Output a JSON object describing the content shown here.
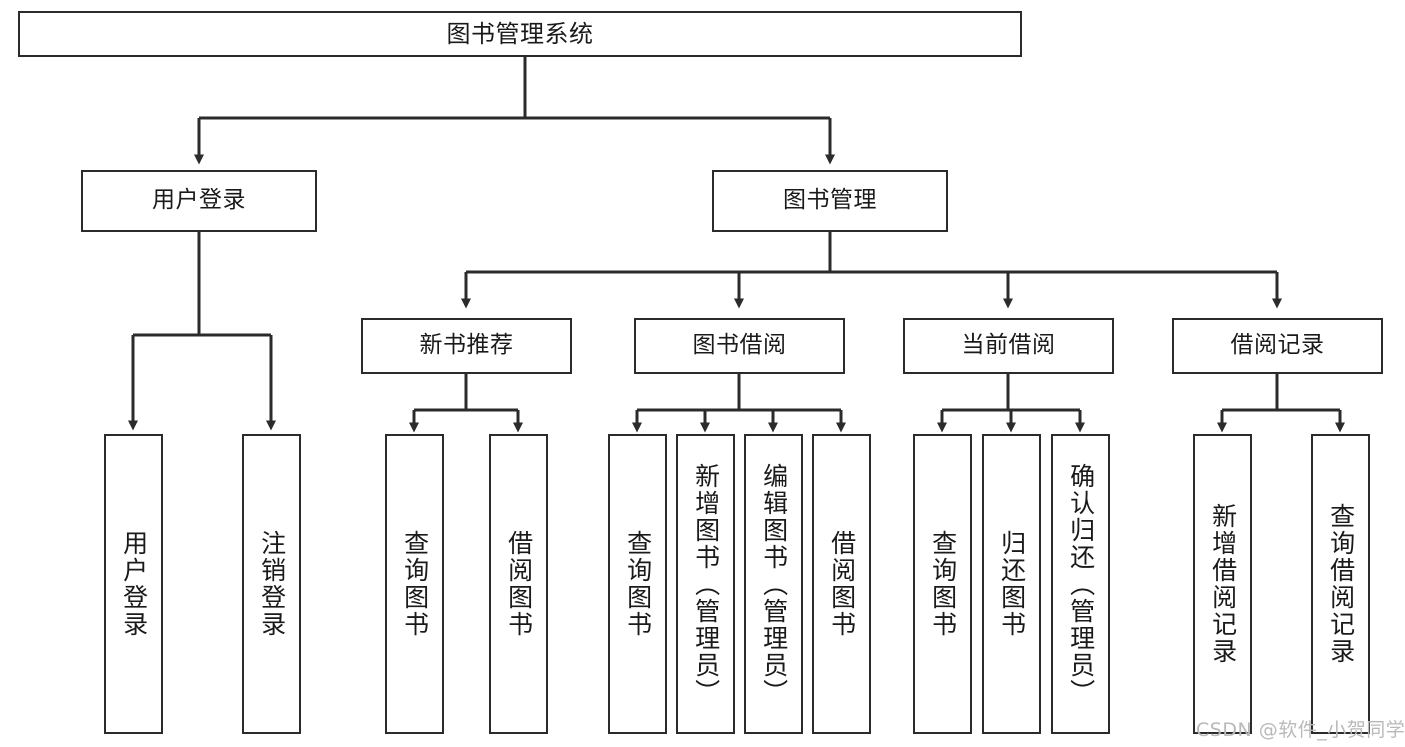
{
  "diagram": {
    "type": "hierarchy-tree",
    "title": "图书管理系统",
    "orientation": "top-down",
    "style": {
      "box_fill": "#ffffff",
      "box_stroke": "#2b2b2b",
      "connector_color": "#2b2b2b",
      "text_color": "#1a1a1a",
      "background": "#ffffff"
    },
    "nodes": {
      "root": {
        "label": "图书管理系统",
        "level": 0,
        "orientation": "horizontal"
      },
      "l1_0": {
        "label": "用户登录",
        "level": 1,
        "orientation": "horizontal"
      },
      "l1_1": {
        "label": "图书管理",
        "level": 1,
        "orientation": "horizontal"
      },
      "l2_0": {
        "label": "新书推荐",
        "level": 2,
        "orientation": "horizontal"
      },
      "l2_1": {
        "label": "图书借阅",
        "level": 2,
        "orientation": "horizontal"
      },
      "l2_2": {
        "label": "当前借阅",
        "level": 2,
        "orientation": "horizontal"
      },
      "l2_3": {
        "label": "借阅记录",
        "level": 2,
        "orientation": "horizontal"
      },
      "leaf_0": {
        "label": "用户登录",
        "level": 3,
        "orientation": "vertical",
        "parent": "用户登录"
      },
      "leaf_1": {
        "label": "注销登录",
        "level": 3,
        "orientation": "vertical",
        "parent": "用户登录"
      },
      "leaf_2": {
        "label": "查询图书",
        "level": 3,
        "orientation": "vertical",
        "parent": "新书推荐"
      },
      "leaf_3": {
        "label": "借阅图书",
        "level": 3,
        "orientation": "vertical",
        "parent": "新书推荐"
      },
      "leaf_4": {
        "label": "查询图书",
        "level": 3,
        "orientation": "vertical",
        "parent": "图书借阅"
      },
      "leaf_5": {
        "label": "新增图书（管理员）",
        "level": 3,
        "orientation": "vertical",
        "parent": "图书借阅"
      },
      "leaf_6": {
        "label": "编辑图书（管理员）",
        "level": 3,
        "orientation": "vertical",
        "parent": "图书借阅"
      },
      "leaf_7": {
        "label": "借阅图书",
        "level": 3,
        "orientation": "vertical",
        "parent": "图书借阅"
      },
      "leaf_8": {
        "label": "查询图书",
        "level": 3,
        "orientation": "vertical",
        "parent": "当前借阅"
      },
      "leaf_9": {
        "label": "归还图书",
        "level": 3,
        "orientation": "vertical",
        "parent": "当前借阅"
      },
      "leaf_10": {
        "label": "确认归还（管理员）",
        "level": 3,
        "orientation": "vertical",
        "parent": "当前借阅"
      },
      "leaf_11": {
        "label": "新增借阅记录",
        "level": 3,
        "orientation": "vertical",
        "parent": "借阅记录"
      },
      "leaf_12": {
        "label": "查询借阅记录",
        "level": 3,
        "orientation": "vertical",
        "parent": "借阅记录"
      }
    },
    "edges": [
      {
        "from": "图书管理系统",
        "to": "用户登录"
      },
      {
        "from": "图书管理系统",
        "to": "图书管理"
      },
      {
        "from": "用户登录",
        "to": "用户登录(叶)"
      },
      {
        "from": "用户登录",
        "to": "注销登录"
      },
      {
        "from": "图书管理",
        "to": "新书推荐"
      },
      {
        "from": "图书管理",
        "to": "图书借阅"
      },
      {
        "from": "图书管理",
        "to": "当前借阅"
      },
      {
        "from": "图书管理",
        "to": "借阅记录"
      },
      {
        "from": "新书推荐",
        "to": "查询图书"
      },
      {
        "from": "新书推荐",
        "to": "借阅图书"
      },
      {
        "from": "图书借阅",
        "to": "查询图书"
      },
      {
        "from": "图书借阅",
        "to": "新增图书（管理员）"
      },
      {
        "from": "图书借阅",
        "to": "编辑图书（管理员）"
      },
      {
        "from": "图书借阅",
        "to": "借阅图书"
      },
      {
        "from": "当前借阅",
        "to": "查询图书"
      },
      {
        "from": "当前借阅",
        "to": "归还图书"
      },
      {
        "from": "当前借阅",
        "to": "确认归还（管理员）"
      },
      {
        "from": "借阅记录",
        "to": "新增借阅记录"
      },
      {
        "from": "借阅记录",
        "to": "查询借阅记录"
      }
    ]
  },
  "watermark": {
    "text": "CSDN @软件_小贺同学"
  }
}
